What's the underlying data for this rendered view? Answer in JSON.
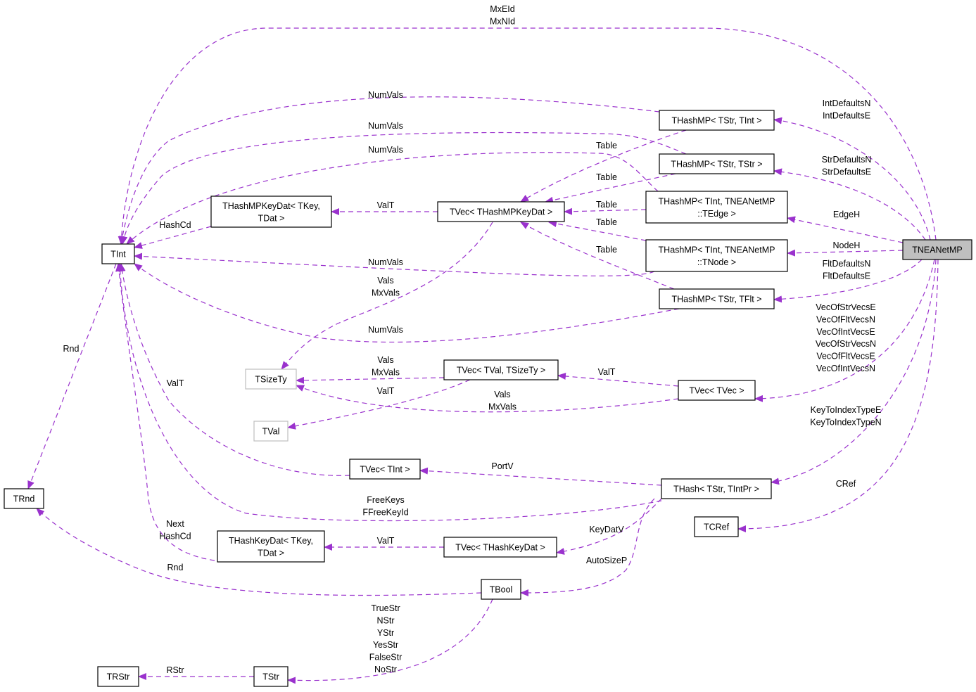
{
  "colors": {
    "edge": "#9a32cd",
    "focus_fill": "#bfbfbf",
    "external_border": "#bfbfbf"
  },
  "nodes": [
    {
      "id": "TNEANetMP",
      "lines": [
        "TNEANetMP"
      ],
      "style": "focus"
    },
    {
      "id": "THashMP_TStr_TInt",
      "lines": [
        "THashMP< TStr, TInt >"
      ],
      "style": "normal"
    },
    {
      "id": "THashMP_TStr_TStr",
      "lines": [
        "THashMP< TStr, TStr >"
      ],
      "style": "normal"
    },
    {
      "id": "THashMP_TEdge",
      "lines": [
        "THashMP< TInt, TNEANetMP",
        "::TEdge >"
      ],
      "style": "normal"
    },
    {
      "id": "THashMP_TNode",
      "lines": [
        "THashMP< TInt, TNEANetMP",
        "::TNode >"
      ],
      "style": "normal"
    },
    {
      "id": "THashMP_TStr_TFlt",
      "lines": [
        "THashMP< TStr, TFlt >"
      ],
      "style": "normal"
    },
    {
      "id": "TVec_THashMPKeyDat",
      "lines": [
        "TVec< THashMPKeyDat >"
      ],
      "style": "normal"
    },
    {
      "id": "THashMPKeyDat",
      "lines": [
        "THashMPKeyDat< TKey,",
        "TDat >"
      ],
      "style": "normal"
    },
    {
      "id": "TInt",
      "lines": [
        "TInt"
      ],
      "style": "normal"
    },
    {
      "id": "TSizeTy",
      "lines": [
        "TSizeTy"
      ],
      "style": "external"
    },
    {
      "id": "TVal",
      "lines": [
        "TVal"
      ],
      "style": "external"
    },
    {
      "id": "TVec_TVal_TSizeTy",
      "lines": [
        "TVec< TVal, TSizeTy >"
      ],
      "style": "normal"
    },
    {
      "id": "TVec_TVec",
      "lines": [
        "TVec< TVec >"
      ],
      "style": "normal"
    },
    {
      "id": "TVec_TInt",
      "lines": [
        "TVec< TInt >"
      ],
      "style": "normal"
    },
    {
      "id": "THash_TStr_TIntPr",
      "lines": [
        "THash< TStr, TIntPr >"
      ],
      "style": "normal"
    },
    {
      "id": "TCRef",
      "lines": [
        "TCRef"
      ],
      "style": "normal"
    },
    {
      "id": "TRnd",
      "lines": [
        "TRnd"
      ],
      "style": "normal"
    },
    {
      "id": "THashKeyDat",
      "lines": [
        "THashKeyDat< TKey,",
        "TDat >"
      ],
      "style": "normal"
    },
    {
      "id": "TVec_THashKeyDat",
      "lines": [
        "TVec< THashKeyDat >"
      ],
      "style": "normal"
    },
    {
      "id": "TBool",
      "lines": [
        "TBool"
      ],
      "style": "normal"
    },
    {
      "id": "TStr",
      "lines": [
        "TStr"
      ],
      "style": "normal"
    },
    {
      "id": "TRStr",
      "lines": [
        "TRStr"
      ],
      "style": "normal"
    }
  ],
  "edges": [
    {
      "from": "TNEANetMP",
      "to": "TInt",
      "labels": [
        "MxEId",
        "MxNId"
      ]
    },
    {
      "from": "TNEANetMP",
      "to": "THashMP_TStr_TInt",
      "labels": [
        "IntDefaultsN",
        "IntDefaultsE"
      ]
    },
    {
      "from": "TNEANetMP",
      "to": "THashMP_TStr_TStr",
      "labels": [
        "StrDefaultsN",
        "StrDefaultsE"
      ]
    },
    {
      "from": "TNEANetMP",
      "to": "THashMP_TEdge",
      "labels": [
        "EdgeH"
      ]
    },
    {
      "from": "TNEANetMP",
      "to": "THashMP_TNode",
      "labels": [
        "NodeH"
      ]
    },
    {
      "from": "TNEANetMP",
      "to": "THashMP_TStr_TFlt",
      "labels": [
        "FltDefaultsN",
        "FltDefaultsE"
      ]
    },
    {
      "from": "TNEANetMP",
      "to": "TVec_TVec",
      "labels": [
        "VecOfStrVecsE",
        "VecOfFltVecsN",
        "VecOfIntVecsE",
        "VecOfStrVecsN",
        "VecOfFltVecsE",
        "VecOfIntVecsN"
      ]
    },
    {
      "from": "TNEANetMP",
      "to": "THash_TStr_TIntPr",
      "labels": [
        "KeyToIndexTypeE",
        "KeyToIndexTypeN"
      ]
    },
    {
      "from": "TNEANetMP",
      "to": "TCRef",
      "labels": [
        "CRef"
      ]
    },
    {
      "from": "THashMP_TStr_TInt",
      "to": "TInt",
      "labels": [
        "NumVals"
      ]
    },
    {
      "from": "THashMP_TStr_TInt",
      "to": "TVec_THashMPKeyDat",
      "labels": [
        "Table"
      ]
    },
    {
      "from": "THashMP_TStr_TStr",
      "to": "TInt",
      "labels": [
        "NumVals"
      ]
    },
    {
      "from": "THashMP_TStr_TStr",
      "to": "TVec_THashMPKeyDat",
      "labels": [
        "Table"
      ]
    },
    {
      "from": "THashMP_TEdge",
      "to": "TInt",
      "labels": [
        "NumVals"
      ]
    },
    {
      "from": "THashMP_TEdge",
      "to": "TVec_THashMPKeyDat",
      "labels": [
        "Table"
      ]
    },
    {
      "from": "THashMP_TNode",
      "to": "TVec_THashMPKeyDat",
      "labels": [
        "Table"
      ]
    },
    {
      "from": "THashMP_TNode",
      "to": "TInt",
      "labels": [
        "NumVals"
      ]
    },
    {
      "from": "THashMP_TStr_TFlt",
      "to": "TVec_THashMPKeyDat",
      "labels": [
        "Table"
      ]
    },
    {
      "from": "THashMP_TStr_TFlt",
      "to": "TInt",
      "labels": [
        "NumVals"
      ]
    },
    {
      "from": "THashMPKeyDat",
      "to": "TInt",
      "labels": [
        "HashCd"
      ]
    },
    {
      "from": "TVec_THashMPKeyDat",
      "to": "THashMPKeyDat",
      "labels": [
        "ValT"
      ]
    },
    {
      "from": "TVec_THashMPKeyDat",
      "to": "TSizeTy",
      "labels": [
        "Vals",
        "MxVals"
      ]
    },
    {
      "from": "TVec_TVal_TSizeTy",
      "to": "TSizeTy",
      "labels": [
        "Vals",
        "MxVals"
      ]
    },
    {
      "from": "TVec_TVal_TSizeTy",
      "to": "TVal",
      "labels": [
        "ValT"
      ]
    },
    {
      "from": "TVec_TVec",
      "to": "TVec_TVal_TSizeTy",
      "labels": [
        "ValT"
      ]
    },
    {
      "from": "TVec_TVec",
      "to": "TSizeTy",
      "labels": [
        "Vals",
        "MxVals"
      ]
    },
    {
      "from": "TInt",
      "to": "TRnd",
      "labels": [
        "Rnd"
      ]
    },
    {
      "from": "TVec_TInt",
      "to": "TInt",
      "labels": [
        "ValT"
      ]
    },
    {
      "from": "THash_TStr_TIntPr",
      "to": "TVec_TInt",
      "labels": [
        "PortV"
      ]
    },
    {
      "from": "THash_TStr_TIntPr",
      "to": "TInt",
      "labels": [
        "FreeKeys",
        "FFreeKeyId"
      ]
    },
    {
      "from": "THashKeyDat",
      "to": "TInt",
      "labels": [
        "Next",
        "HashCd"
      ]
    },
    {
      "from": "TVec_THashKeyDat",
      "to": "THashKeyDat",
      "labels": [
        "ValT"
      ]
    },
    {
      "from": "THash_TStr_TIntPr",
      "to": "TVec_THashKeyDat",
      "labels": [
        "KeyDatV"
      ]
    },
    {
      "from": "THash_TStr_TIntPr",
      "to": "TBool",
      "labels": [
        "AutoSizeP"
      ]
    },
    {
      "from": "TBool",
      "to": "TRnd",
      "labels": [
        "Rnd"
      ]
    },
    {
      "from": "TBool",
      "to": "TStr",
      "labels": [
        "TrueStr",
        "NStr",
        "YStr",
        "YesStr",
        "FalseStr",
        "NoStr"
      ]
    },
    {
      "from": "TStr",
      "to": "TRStr",
      "labels": [
        "RStr"
      ]
    }
  ]
}
